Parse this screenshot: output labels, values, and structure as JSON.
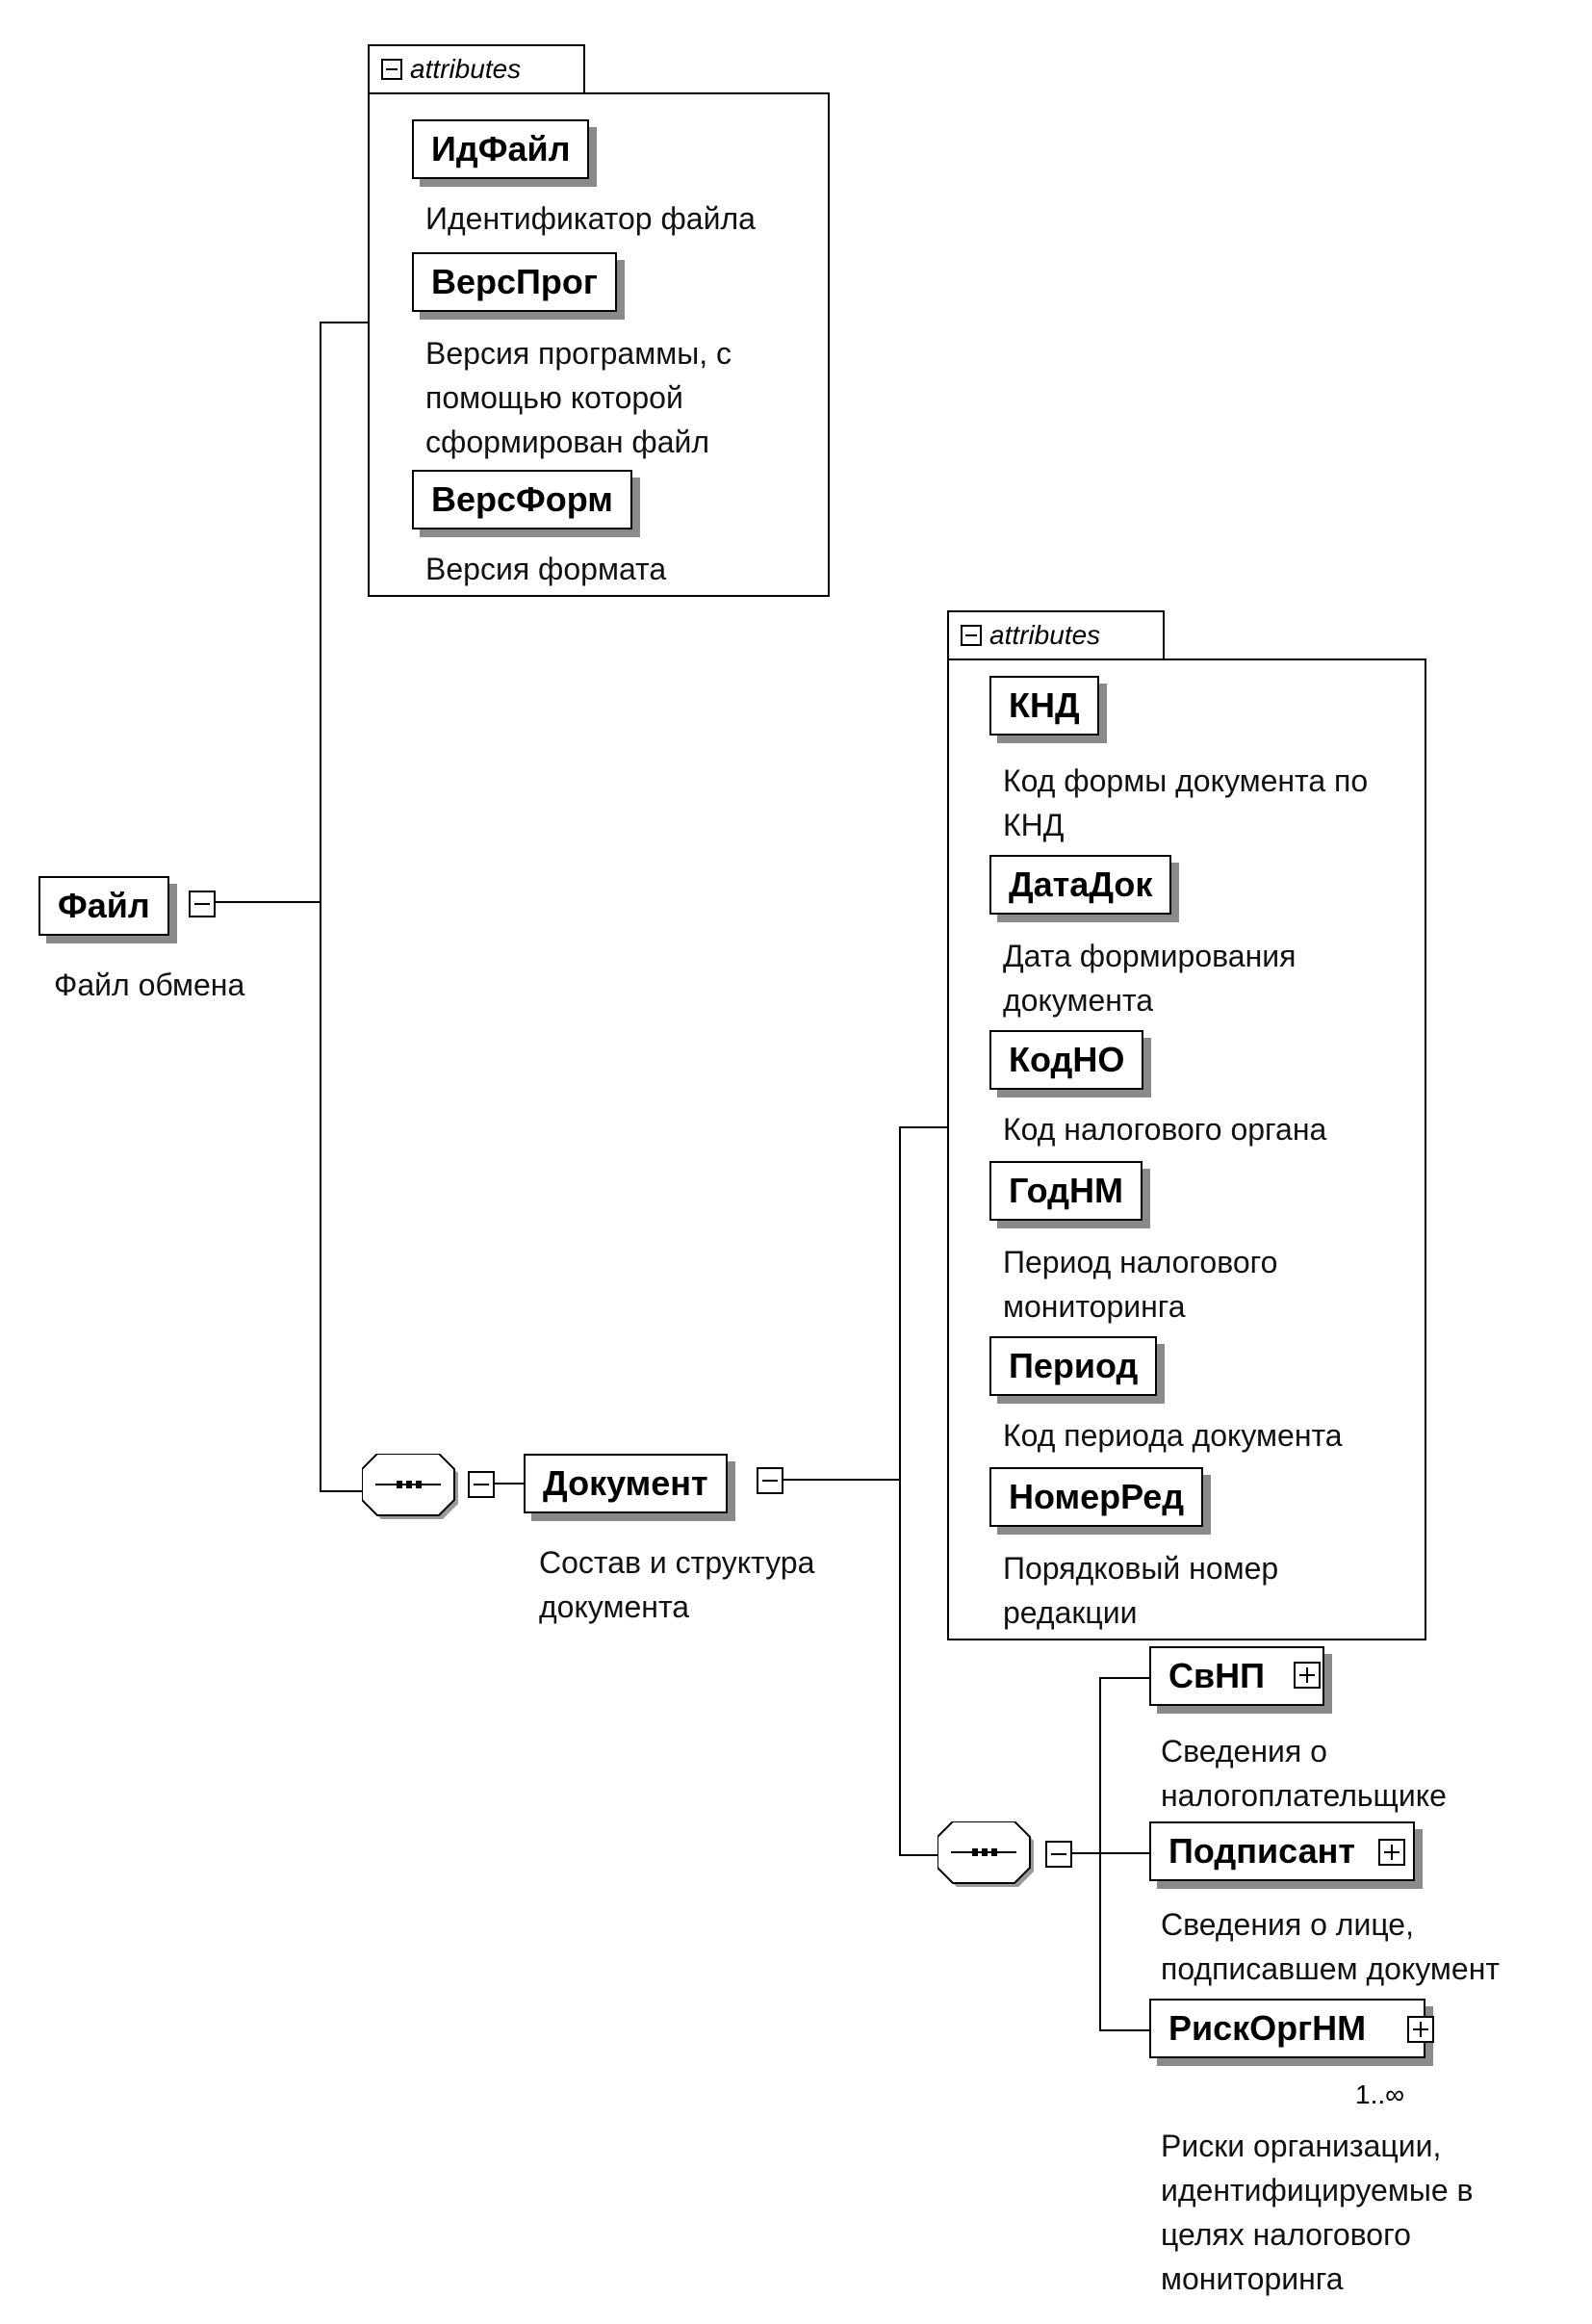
{
  "attributes_label": "attributes",
  "root": {
    "name": "Файл",
    "desc": "Файл обмена"
  },
  "file_attrs": [
    {
      "name": "ИдФайл",
      "desc": "Идентификатор файла"
    },
    {
      "name": "ВерсПрог",
      "desc": "Версия программы, с помощью которой сформирован файл"
    },
    {
      "name": "ВерсФорм",
      "desc": "Версия формата"
    }
  ],
  "document": {
    "name": "Документ",
    "desc": "Состав и структура документа"
  },
  "doc_attrs": [
    {
      "name": "КНД",
      "desc": "Код формы документа по КНД"
    },
    {
      "name": "ДатаДок",
      "desc": "Дата формирования документа"
    },
    {
      "name": "КодНО",
      "desc": "Код налогового органа"
    },
    {
      "name": "ГодНМ",
      "desc": "Период налогового мониторинга"
    },
    {
      "name": "Период",
      "desc": "Код периода документа"
    },
    {
      "name": "НомерРед",
      "desc": "Порядковый номер редакции"
    }
  ],
  "children": [
    {
      "name": "СвНП",
      "desc": "Сведения о налогоплательщике"
    },
    {
      "name": "Подписант",
      "desc": "Сведения о лице, подписавшем документ"
    },
    {
      "name": "РискОргНМ",
      "desc": "Риски организации, идентифицируемые в целях налогового мониторинга",
      "multiplicity": "1..∞"
    }
  ]
}
